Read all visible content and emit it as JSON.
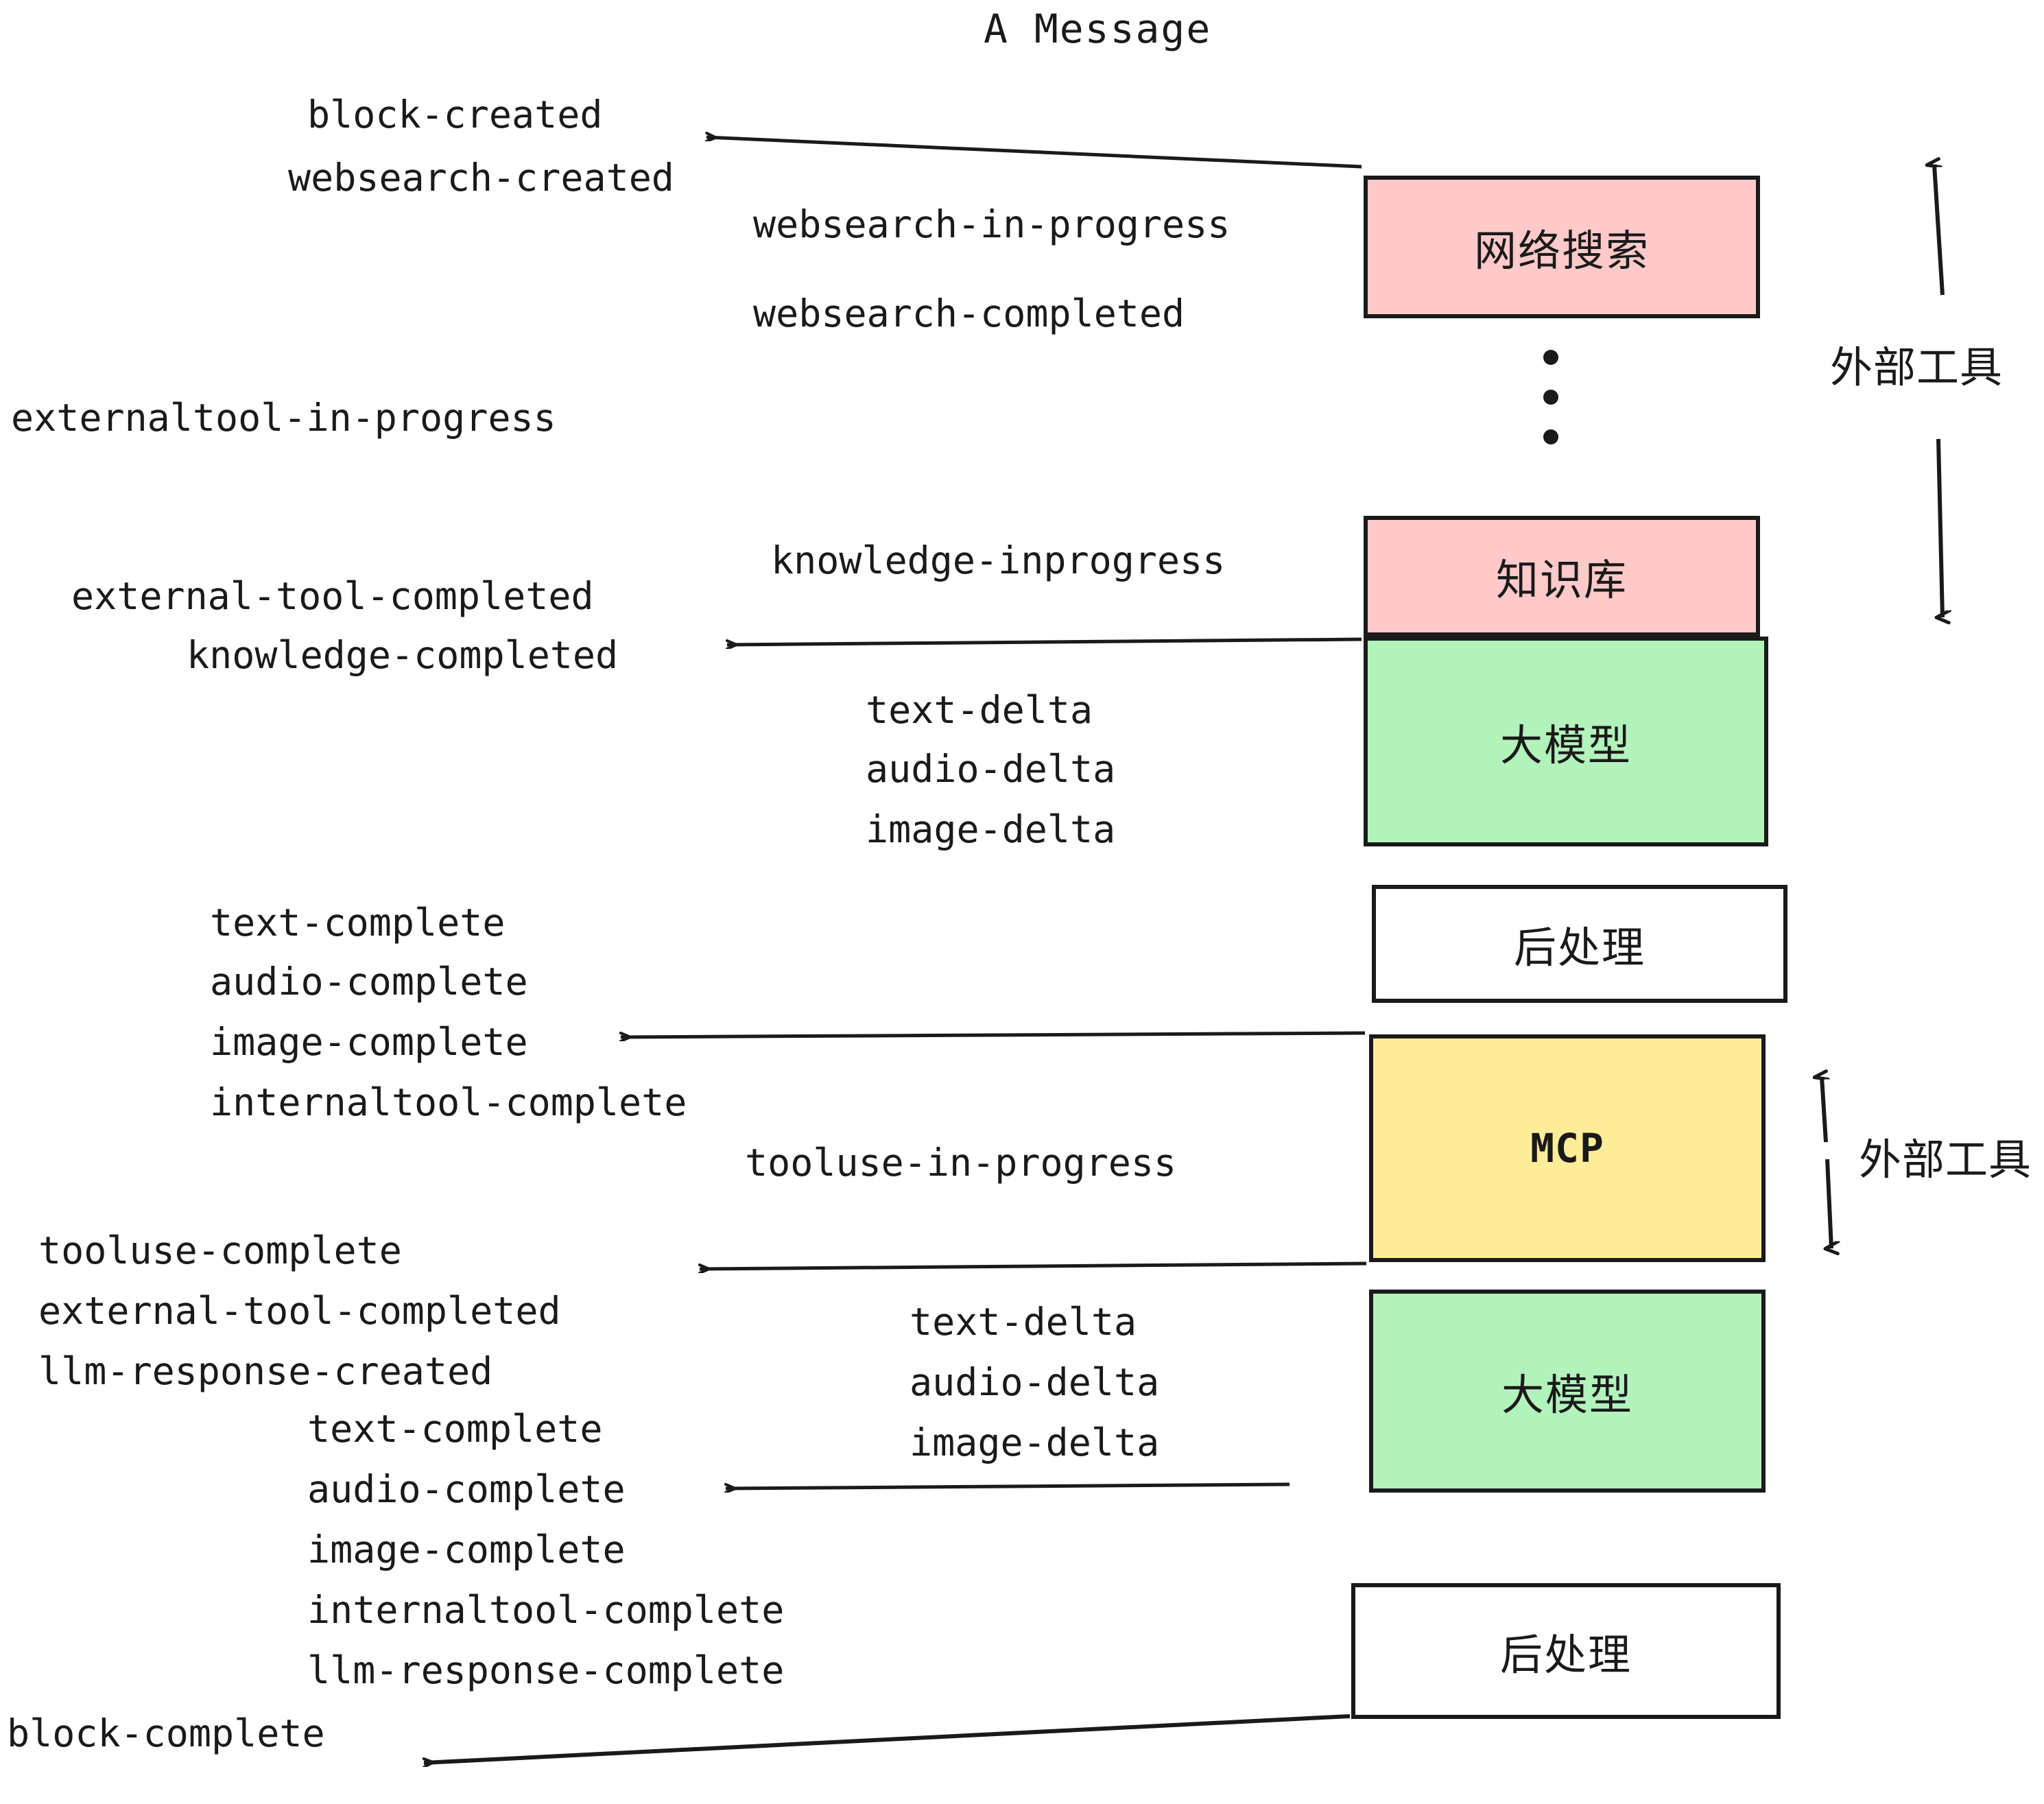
{
  "diagram": {
    "title": "A Message",
    "background": "#ffffff",
    "ink": "#1a1a1a",
    "colors": {
      "pink": "#FFC9C9",
      "green": "#B2F2BB",
      "yellow": "#FFEC99",
      "white": "#ffffff"
    }
  },
  "boxes": [
    {
      "id": "websearch",
      "label": "网络搜索",
      "fill": "#FFC9C9"
    },
    {
      "id": "knowledge",
      "label": "知识库",
      "fill": "#FFC9C9"
    },
    {
      "id": "llm-1",
      "label": "大模型",
      "fill": "#B2F2BB"
    },
    {
      "id": "postprocess-1",
      "label": "后处理",
      "fill": "#ffffff"
    },
    {
      "id": "mcp",
      "label": "MCP",
      "fill": "#FFEC99"
    },
    {
      "id": "llm-2",
      "label": "大模型",
      "fill": "#B2F2BB"
    },
    {
      "id": "postprocess-2",
      "label": "后处理",
      "fill": "#ffffff"
    }
  ],
  "side_labels": [
    {
      "id": "external-tools-top",
      "text": "外部工具"
    },
    {
      "id": "external-tools-bottom",
      "text": "外部工具"
    }
  ],
  "events": {
    "block_created": "block-created",
    "websearch_created": "websearch-created",
    "websearch_in_progress": "websearch-in-progress",
    "websearch_completed": "websearch-completed",
    "externaltool_in_progress": "externaltool-in-progress",
    "knowledge_inprogress": "knowledge-inprogress",
    "external_tool_completed_1": "external-tool-completed",
    "knowledge_completed": "knowledge-completed",
    "text_delta_1": "text-delta",
    "audio_delta_1": "audio-delta",
    "image_delta_1": "image-delta",
    "text_complete_1": "text-complete",
    "audio_complete_1": "audio-complete",
    "image_complete_1": "image-complete",
    "internaltool_complete_1": "internaltool-complete",
    "tooluse_in_progress": "tooluse-in-progress",
    "tooluse_complete": "tooluse-complete",
    "external_tool_completed_2": "external-tool-completed",
    "llm_response_created": "llm-response-created",
    "text_delta_2": "text-delta",
    "audio_delta_2": "audio-delta",
    "image_delta_2": "image-delta",
    "text_complete_2": "text-complete",
    "audio_complete_2": "audio-complete",
    "image_complete_2": "image-complete",
    "internaltool_complete_2": "internaltool-complete",
    "llm_response_complete": "llm-response-complete",
    "block_complete": "block-complete"
  }
}
